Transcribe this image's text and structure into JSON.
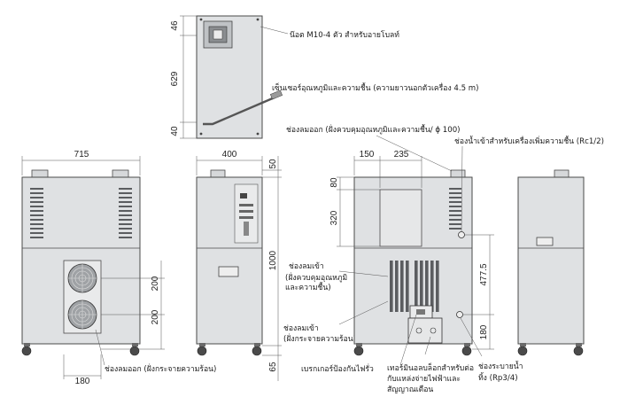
{
  "dimensions": {
    "top_46": "46",
    "top_629": "629",
    "top_40": "40",
    "front_715": "715",
    "side_400": "400",
    "side_50": "50",
    "side_1000": "1000",
    "side_65": "65",
    "front_180": "180",
    "front_200a": "200",
    "front_200b": "200",
    "rear_150": "150",
    "rear_235": "235",
    "rear_80": "80",
    "rear_320": "320",
    "rear_477_5": "477.5",
    "rear_180": "180"
  },
  "labels": {
    "eyebolt": "น๊อต M10-4 ตัว สำหรับอายโบลท์",
    "sensor": "เซ็นเซอร์อุณหภูมิและความชื้น (ความยาวนอกตัวเครื่อง 4.5 m)",
    "air_outlet_duct": "ช่องลมออก (ฝั่งควบคุมอุณหภูมิและความชื้น/ ϕ 100)",
    "water_inlet": "ช่องน้ำเข้าสำหรับเครื่องเพิ่มความชื้น (Rc1/2)",
    "air_inlet_control_1": "ช่องลมเข้า",
    "air_inlet_control_2": "(ฝั่งควบคุมอุณหภูมิ",
    "air_inlet_control_3": "และความชื้น)",
    "air_inlet_heat_1": "ช่องลมเข้า",
    "air_inlet_heat_2": "(ฝั่งกระจายความร้อน)",
    "air_outlet_heat": "ช่องลมออก (ฝั่งกระจายความร้อน)",
    "breaker": "เบรกเกอร์ป้องกันไฟรั่ว",
    "terminal_1": "เทอร์มินอลบล็อกสำหรับต่อ",
    "terminal_2": "กับแหล่งจ่ายไฟฟ้าและ",
    "terminal_3": "สัญญาณเตือน",
    "drain_1": "ช่องระบายน้ำ",
    "drain_2": "ทิ้ง (Rp3/4)"
  },
  "colors": {
    "cabinet": "#dfe1e3",
    "outline": "#4a4a4a",
    "vent": "#5b5d60"
  }
}
